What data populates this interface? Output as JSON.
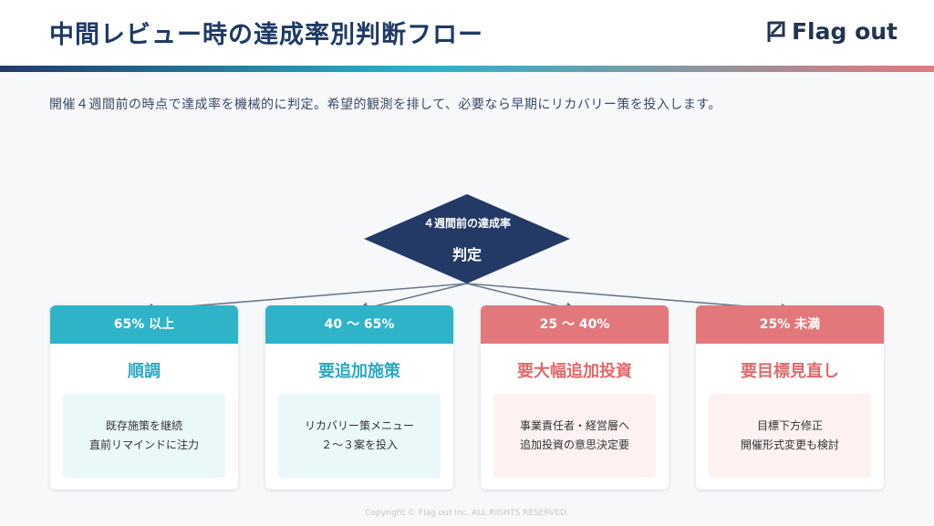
{
  "header": {
    "title": "中間レビュー時の達成率別判断フロー",
    "logo_text": "Flag out"
  },
  "subtitle": "開催４週間前の時点で達成率を機械的に判定。希望的観測を排して、必要なら早期にリカバリー策を投入します。",
  "decision": {
    "line1": "４週間前の達成率",
    "line2": "判定"
  },
  "cards": [
    {
      "range": "65% 以上",
      "label": "順調",
      "desc1": "既存施策を継続",
      "desc2": "直前リマインドに注力"
    },
    {
      "range": "40 〜 65%",
      "label": "要追加施策",
      "desc1": "リカバリー策メニュー",
      "desc2": "２〜３案を投入"
    },
    {
      "range": "25 〜 40%",
      "label": "要大幅追加投資",
      "desc1": "事業責任者・経営層へ",
      "desc2": "追加投資の意思決定要"
    },
    {
      "range": "25% 未満",
      "label": "要目標見直し",
      "desc1": "目標下方修正",
      "desc2": "開催形式変更も検討"
    }
  ],
  "footer": "Copyright © Flag out Inc. ALL RIGHTS RESERVED.",
  "colors": {
    "navy": "#243a66",
    "teal": "#2eb3c8",
    "red": "#e2787b"
  }
}
